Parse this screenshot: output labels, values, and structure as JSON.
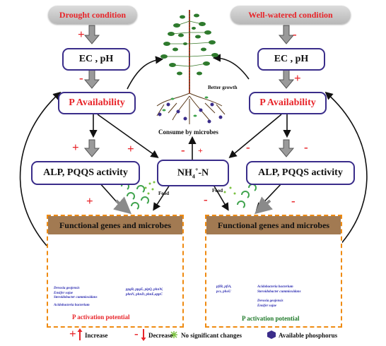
{
  "conditions": {
    "drought": "Drought condition",
    "wellwatered": "Well-watered condition"
  },
  "boxes": {
    "ec_ph": "EC , pH",
    "p_availability": "P Availability",
    "alp_pqqs": "ALP, PQQS activity",
    "nh4_main": "NH",
    "nh4_sub": "4",
    "nh4_sup": "+",
    "nh4_tail": "-N"
  },
  "labels": {
    "better_growth": "Better growth",
    "consume": "Consume by microbes",
    "food": "Food"
  },
  "signs": {
    "plus": "+",
    "minus": "-"
  },
  "panels": {
    "title": "Functional genes and microbes",
    "p_activation": "P activation potential",
    "left_microbes": "Devosia geojensis\nEnsifer sojae\nSteroidobacter cummioxidans",
    "left_acido": "Acidobacteria bacterium",
    "left_genes": "ppgB, ppgE, pipQ, phnW,\nphnN, phnD, phnE,appC",
    "right_genes": "pfiB, pfiA,\npcs, phoU",
    "right_microbes_up": "Acidobacteria bacterium\nSteroidobacter cummioxidans",
    "right_microbes_down": "Devosia geojensis\nEnsifer sojae"
  },
  "legend": {
    "increase": "Increase",
    "decrease": "Decrease",
    "no_change": "No significant changes",
    "available_p": "Available phosphorus"
  },
  "colors": {
    "red": "#e8252a",
    "box_border": "#3a2d8a",
    "panel_header": "#a27a52",
    "panel_dash": "#ef8b12",
    "phosphorus": "#3b2d8a",
    "no_change": "#7cc242",
    "microbe": "#3fa34d"
  },
  "icons": [
    "plant-icon",
    "microbe-icon",
    "bacterium-icon",
    "dna-icon",
    "hexagon-icon",
    "asterisk-icon"
  ]
}
